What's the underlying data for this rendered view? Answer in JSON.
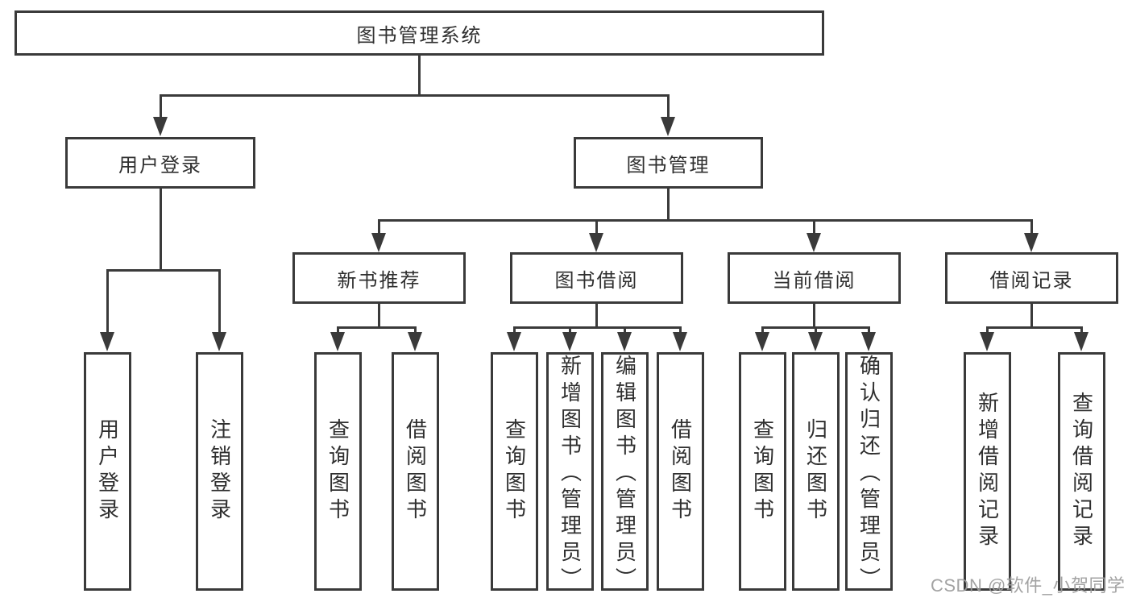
{
  "diagram": {
    "root": {
      "label": "图书管理系统"
    },
    "level1": [
      {
        "label": "用户登录"
      },
      {
        "label": "图书管理"
      }
    ],
    "level2": [
      {
        "label": "新书推荐"
      },
      {
        "label": "图书借阅"
      },
      {
        "label": "当前借阅"
      },
      {
        "label": "借阅记录"
      }
    ],
    "leaves": [
      {
        "label": "用户登录"
      },
      {
        "label": "注销登录"
      },
      {
        "label": "查询图书"
      },
      {
        "label": "借阅图书"
      },
      {
        "label": "查询图书"
      },
      {
        "label": "新增图书（管理员）"
      },
      {
        "label": "编辑图书（管理员）"
      },
      {
        "label": "借阅图书"
      },
      {
        "label": "查询图书"
      },
      {
        "label": "归还图书"
      },
      {
        "label": "确认归还（管理员）"
      },
      {
        "label": "新增借阅记录"
      },
      {
        "label": "查询借阅记录"
      }
    ]
  },
  "watermark": {
    "text": "CSDN @软件_小贺同学"
  },
  "colors": {
    "line": "#3a3a3a",
    "text": "#2f2f2f",
    "watermark": "#9c9c9c",
    "background": "#ffffff"
  }
}
